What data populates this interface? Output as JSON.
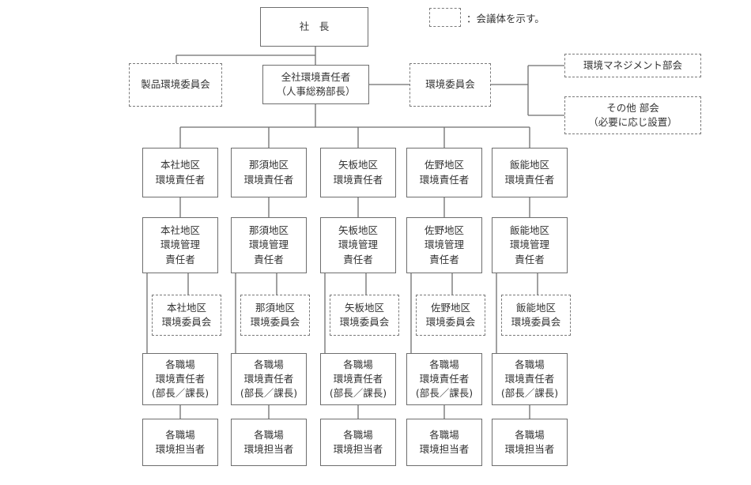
{
  "legend": {
    "text": "：会議体を示す。"
  },
  "top": {
    "president": [
      "社　長"
    ],
    "overall": [
      "全社環境責任者",
      "（人事総務部長）"
    ],
    "product_committee": [
      "製品環境委員会"
    ],
    "env_committee": [
      "環境委員会"
    ],
    "env_mgmt_section": [
      "環境マネジメント部会"
    ],
    "other_section": [
      "その他 部会",
      "（必要に応じ設置）"
    ]
  },
  "regions": [
    {
      "id": "honsha",
      "name": "本社地区"
    },
    {
      "id": "nasu",
      "name": "那須地区"
    },
    {
      "id": "yaita",
      "name": "矢板地区"
    },
    {
      "id": "sano",
      "name": "佐野地区"
    },
    {
      "id": "hanno",
      "name": "飯能地区"
    }
  ],
  "region_boxes": {
    "responsible": "環境責任者",
    "manager": [
      "環境管理",
      "責任者"
    ],
    "committee": "環境委員会",
    "workplace_responsible": [
      "各職場",
      "環境責任者",
      "(部長／課長)"
    ],
    "workplace_staff": [
      "各職場",
      "環境担当者"
    ]
  }
}
